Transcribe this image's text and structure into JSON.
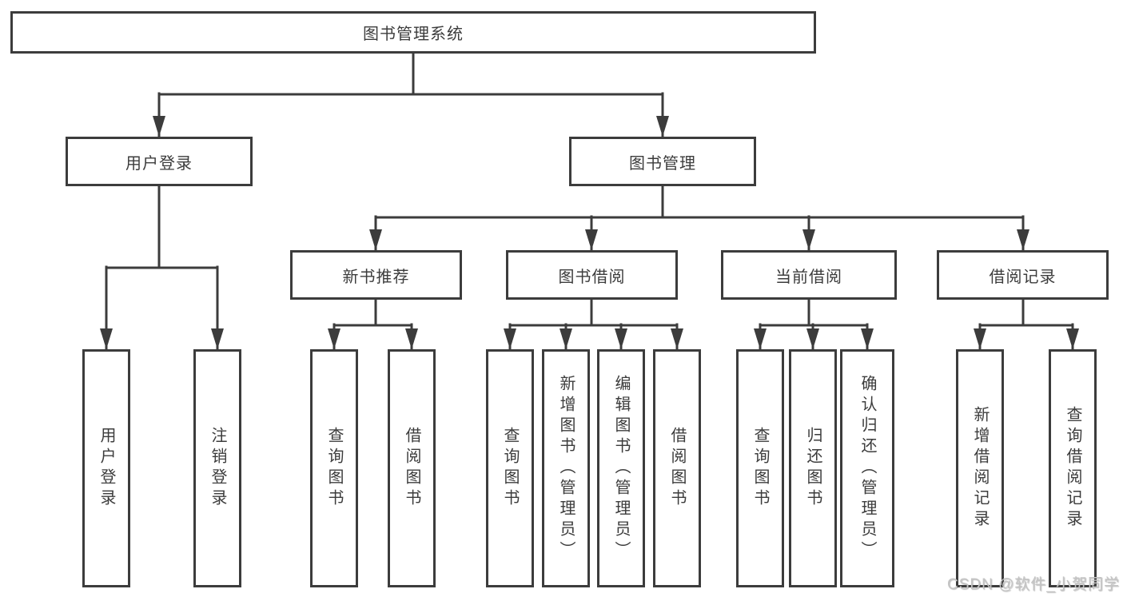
{
  "diagram": {
    "title_node": {
      "label": "图书管理系统"
    },
    "level2": [
      {
        "id": "user-login",
        "label": "用户登录"
      },
      {
        "id": "book-management",
        "label": "图书管理"
      }
    ],
    "level3": [
      {
        "id": "new-book-recommend",
        "label": "新书推荐"
      },
      {
        "id": "book-borrowing",
        "label": "图书借阅"
      },
      {
        "id": "current-borrowing",
        "label": "当前借阅"
      },
      {
        "id": "borrowing-records",
        "label": "借阅记录"
      }
    ],
    "leaves": [
      {
        "id": "user-login-leaf",
        "parent": "user-login",
        "label": "用户登录"
      },
      {
        "id": "logout-leaf",
        "parent": "user-login",
        "label": "注销登录"
      },
      {
        "id": "query-books-1",
        "parent": "new-book-recommend",
        "label": "查询图书"
      },
      {
        "id": "borrow-books-1",
        "parent": "new-book-recommend",
        "label": "借阅图书"
      },
      {
        "id": "query-books-2",
        "parent": "book-borrowing",
        "label": "查询图书"
      },
      {
        "id": "add-books-admin",
        "parent": "book-borrowing",
        "label": "新增图书（管理员）"
      },
      {
        "id": "edit-books-admin",
        "parent": "book-borrowing",
        "label": "编辑图书（管理员）"
      },
      {
        "id": "borrow-books-2",
        "parent": "book-borrowing",
        "label": "借阅图书"
      },
      {
        "id": "query-books-3",
        "parent": "current-borrowing",
        "label": "查询图书"
      },
      {
        "id": "return-books",
        "parent": "current-borrowing",
        "label": "归还图书"
      },
      {
        "id": "confirm-return-admin",
        "parent": "current-borrowing",
        "label": "确认归还（管理员）"
      },
      {
        "id": "add-borrow-record",
        "parent": "borrowing-records",
        "label": "新增借阅记录"
      },
      {
        "id": "query-borrow-record",
        "parent": "borrowing-records",
        "label": "查询借阅记录"
      }
    ]
  },
  "watermark": {
    "text": "CSDN @软件_小贺同学"
  },
  "colors": {
    "line": "#3c3c3c",
    "text": "#3c3c3c",
    "background": "#ffffff",
    "watermark": "#c4c4c4"
  }
}
